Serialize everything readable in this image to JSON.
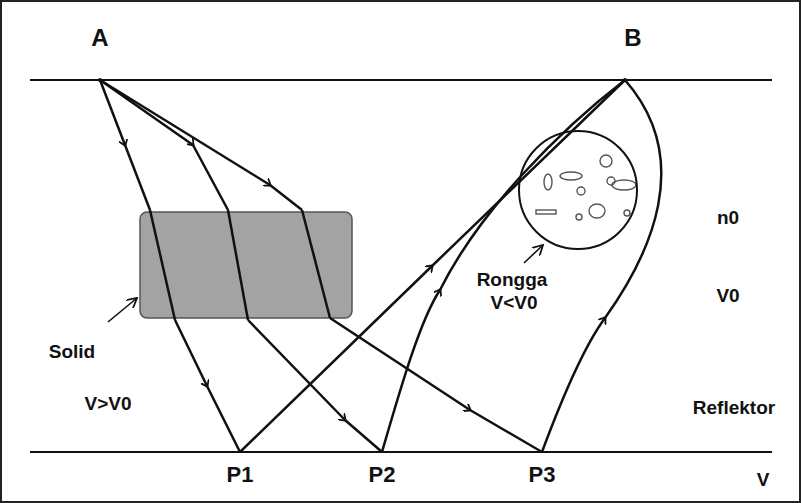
{
  "diagram": {
    "nodes": [
      {
        "text": [
          "Solid"
        ]
      },
      {
        "text": [
          "Rongga",
          "V<V0"
        ]
      }
    ],
    "labels": [
      "A",
      "B",
      "n0",
      "V0",
      "V>V0",
      "Reflektor",
      "P1",
      "P2",
      "P3",
      "V"
    ]
  }
}
